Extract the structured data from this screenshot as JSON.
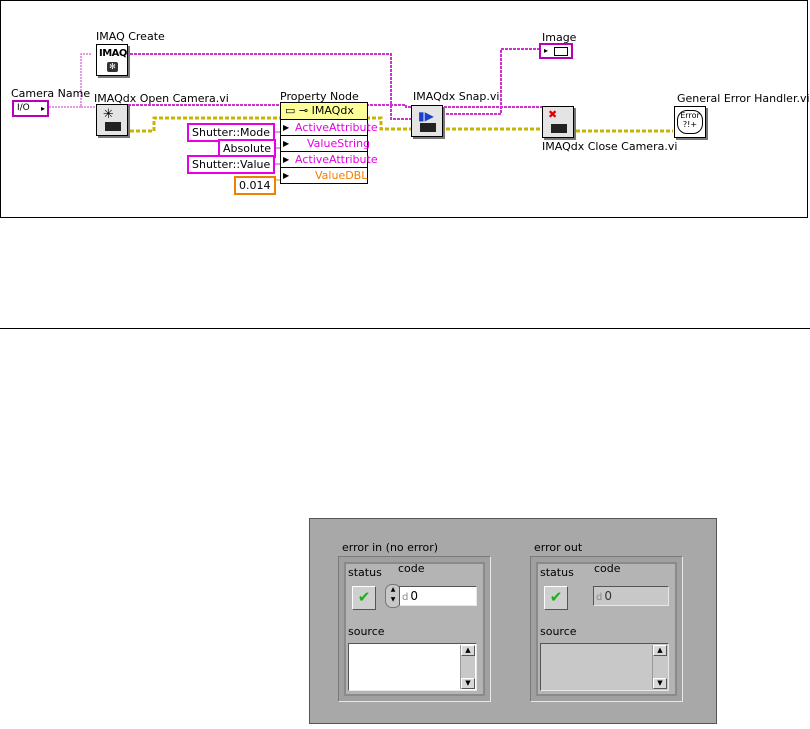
{
  "diagram": {
    "labels": {
      "imaq_create": "IMAQ Create",
      "camera_name": "Camera Name",
      "open_camera": "IMAQdx Open Camera.vi",
      "property_node": "Property Node",
      "snap": "IMAQdx Snap.vi",
      "image": "Image",
      "close_camera": "IMAQdx Close Camera.vi",
      "error_handler": "General Error Handler.vi"
    },
    "camera_terminal": "I/O",
    "imaq_icon_text": "IMAQ",
    "error_icon_text": "Error",
    "property_node": {
      "class": "IMAQdx",
      "rows": [
        "ActiveAttribute",
        "ValueString",
        "ActiveAttribute",
        "ValueDBL"
      ]
    },
    "constants": {
      "shutter_mode": "Shutter::Mode",
      "absolute": "Absolute",
      "shutter_value": "Shutter::Value",
      "number": "0.014"
    }
  },
  "front_panel": {
    "error_in": {
      "title": "error in (no error)",
      "status_label": "status",
      "code_label": "code",
      "code_value": "0",
      "source_label": "source",
      "source_value": ""
    },
    "error_out": {
      "title": "error out",
      "status_label": "status",
      "code_label": "code",
      "code_value": "0",
      "source_label": "source",
      "source_value": ""
    },
    "numeric_prefix": "d"
  },
  "colors": {
    "wire_pink": "#cc33cc",
    "wire_yellow": "#c8b400",
    "orange": "#f08000",
    "panel_bg": "#a8a8a8",
    "status_ok": "#18b318"
  }
}
